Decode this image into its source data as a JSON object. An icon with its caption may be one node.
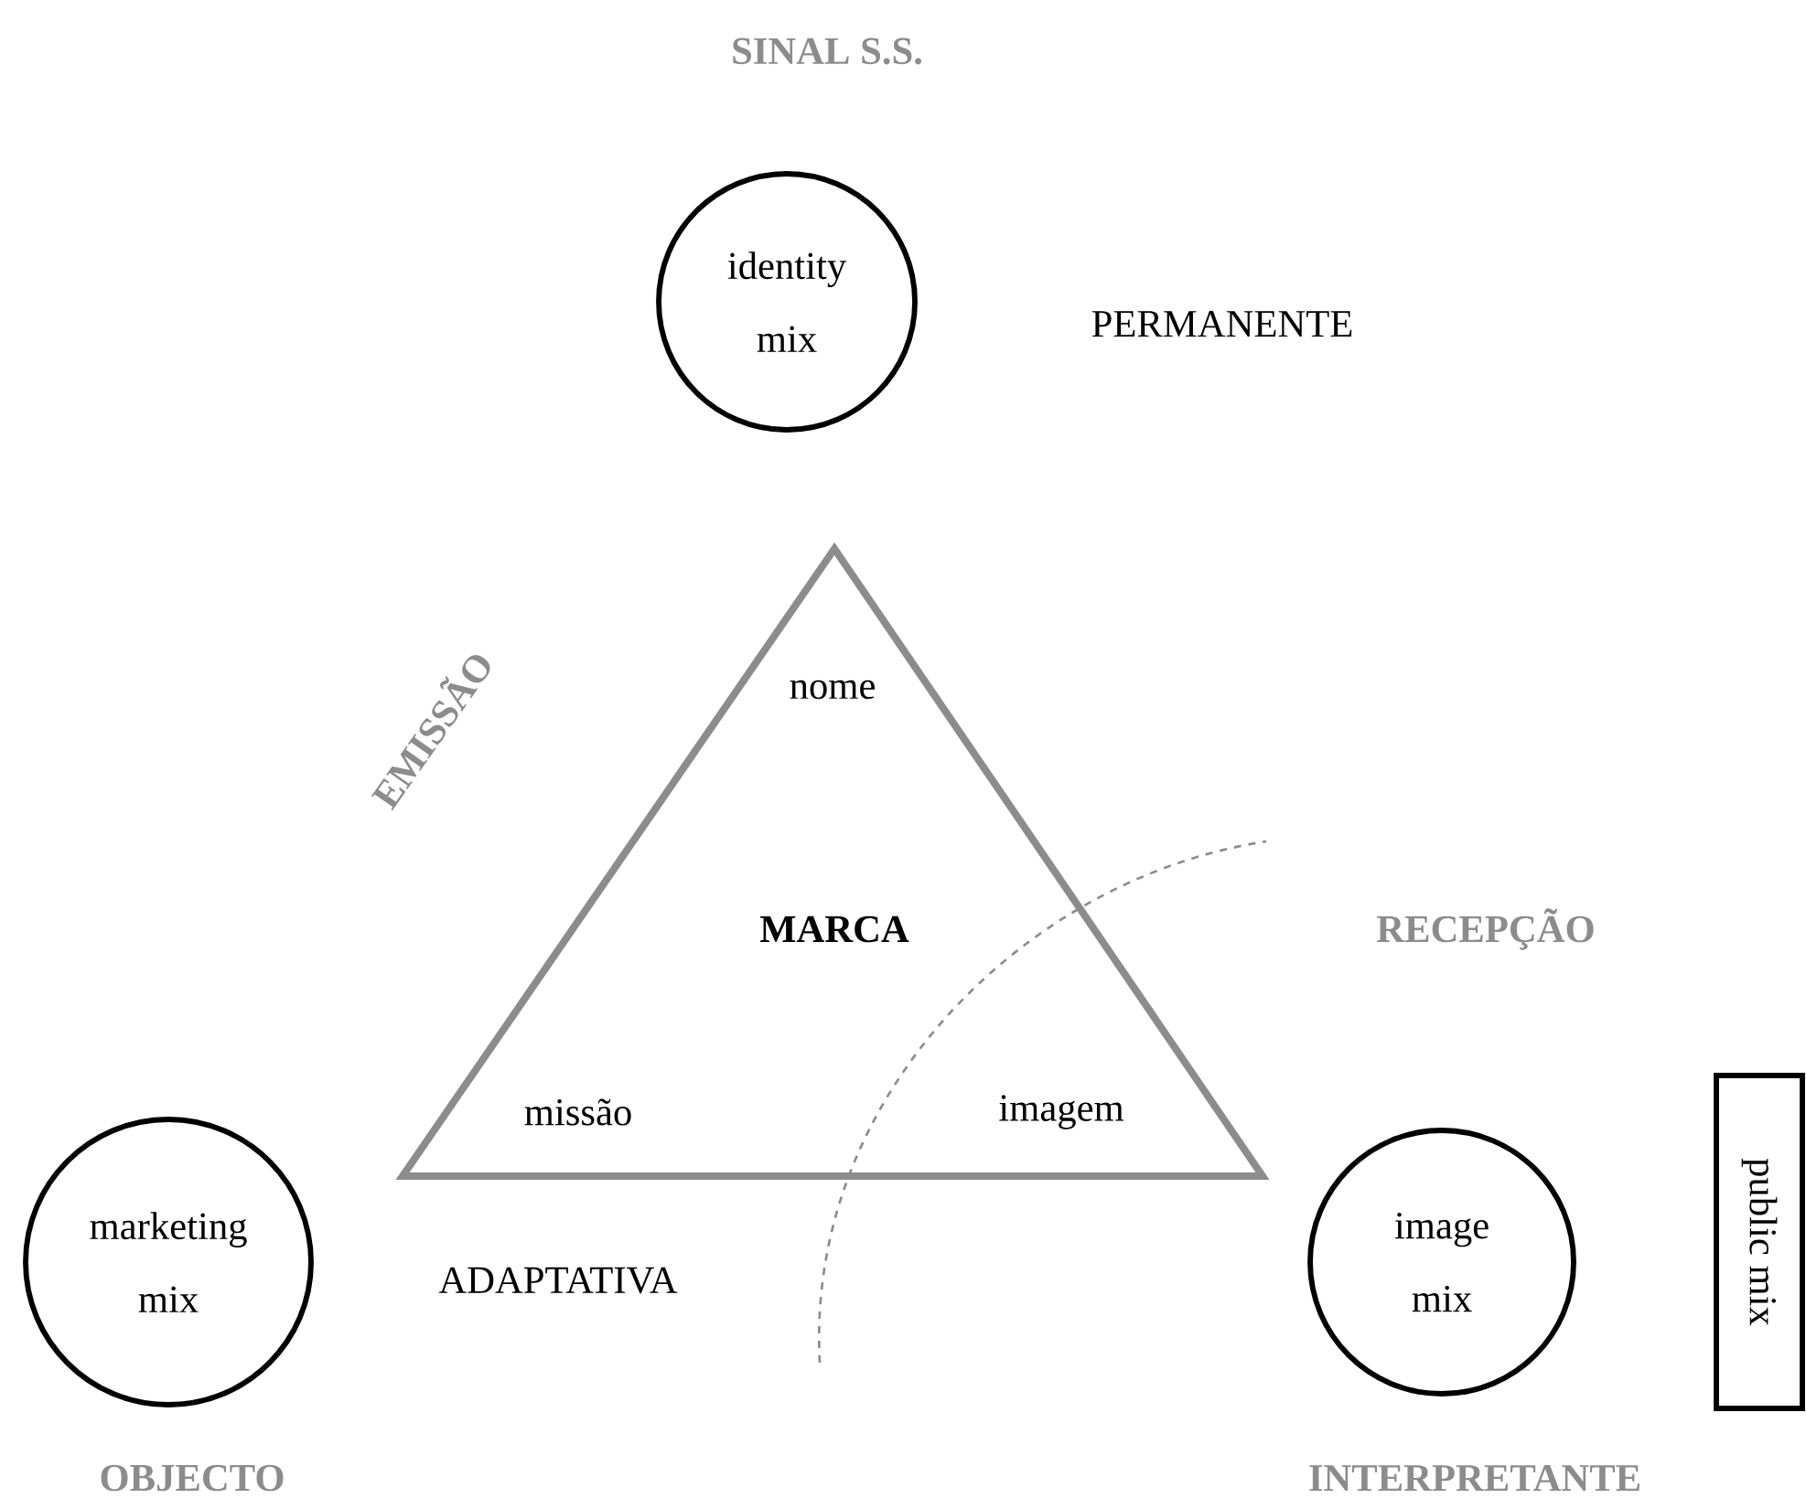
{
  "diagram": {
    "nodes": [
      {
        "text": [
          "identity mix"
        ],
        "beside": [
          "SINAL S.S."
        ]
      },
      {
        "text": [
          "nome",
          "MARCA",
          "missão",
          "imagem"
        ]
      },
      {
        "text": [
          "marketing mix"
        ],
        "beside": [
          "ADAPTATIVA",
          "OBJECTO"
        ]
      },
      {
        "text": [
          "image mix"
        ],
        "beside": [
          "INTERPRETANTE"
        ]
      },
      {
        "text": [
          "public mix"
        ]
      }
    ],
    "labels": [
      "PERMANENTE",
      "EMISSÃO",
      "RECEPÇÃO"
    ]
  }
}
